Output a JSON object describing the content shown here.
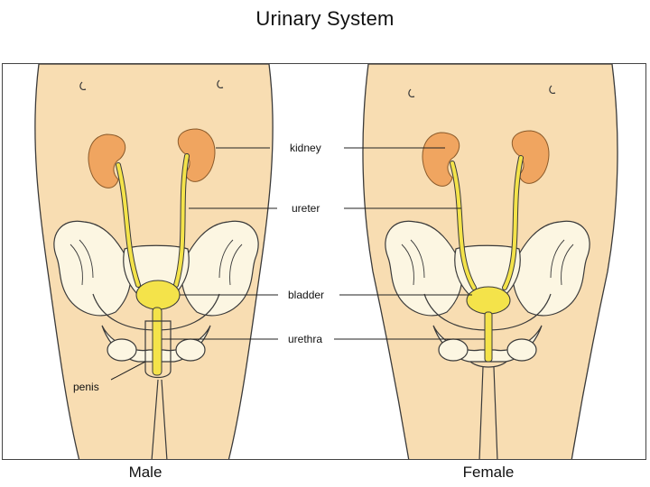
{
  "title": "Urinary System",
  "labels": {
    "kidney": "kidney",
    "ureter": "ureter",
    "bladder": "bladder",
    "urethra": "urethra",
    "penis": "penis"
  },
  "captions": {
    "male": "Male",
    "female": "Female"
  },
  "colors": {
    "skin": "#f8ddb2",
    "kidney": "#f0a560",
    "ureter": "#f4e34a",
    "bone": "#fcf6e2",
    "outline": "#3a3a3a"
  }
}
